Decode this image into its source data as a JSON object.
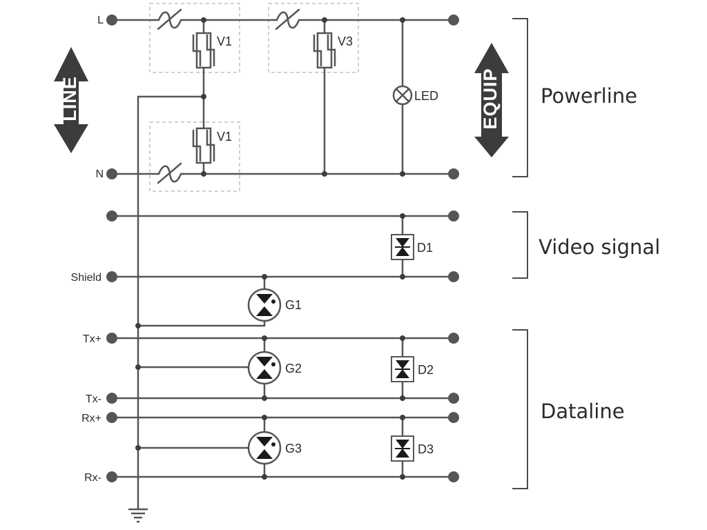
{
  "directions": {
    "line": "LINE",
    "equip": "EQUIP"
  },
  "pins": {
    "L": "L",
    "N": "N",
    "shield": "Shield",
    "tx_plus": "Tx+",
    "tx_minus": "Tx-",
    "rx_plus": "Rx+",
    "rx_minus": "Rx-"
  },
  "components": {
    "v1_top": "V1",
    "v1_bottom": "V1",
    "v3": "V3",
    "led": "LED",
    "d1": "D1",
    "d2": "D2",
    "d3": "D3",
    "g1": "G1",
    "g2": "G2",
    "g3": "G3"
  },
  "groups": {
    "powerline": "Powerline",
    "video": "Video signal",
    "dataline": "Dataline"
  },
  "icons": [
    "fuse-icon",
    "varistor-icon",
    "led-lamp-icon",
    "tvs-diode-icon",
    "gas-discharge-tube-icon",
    "ground-icon",
    "direction-arrow-icon"
  ]
}
